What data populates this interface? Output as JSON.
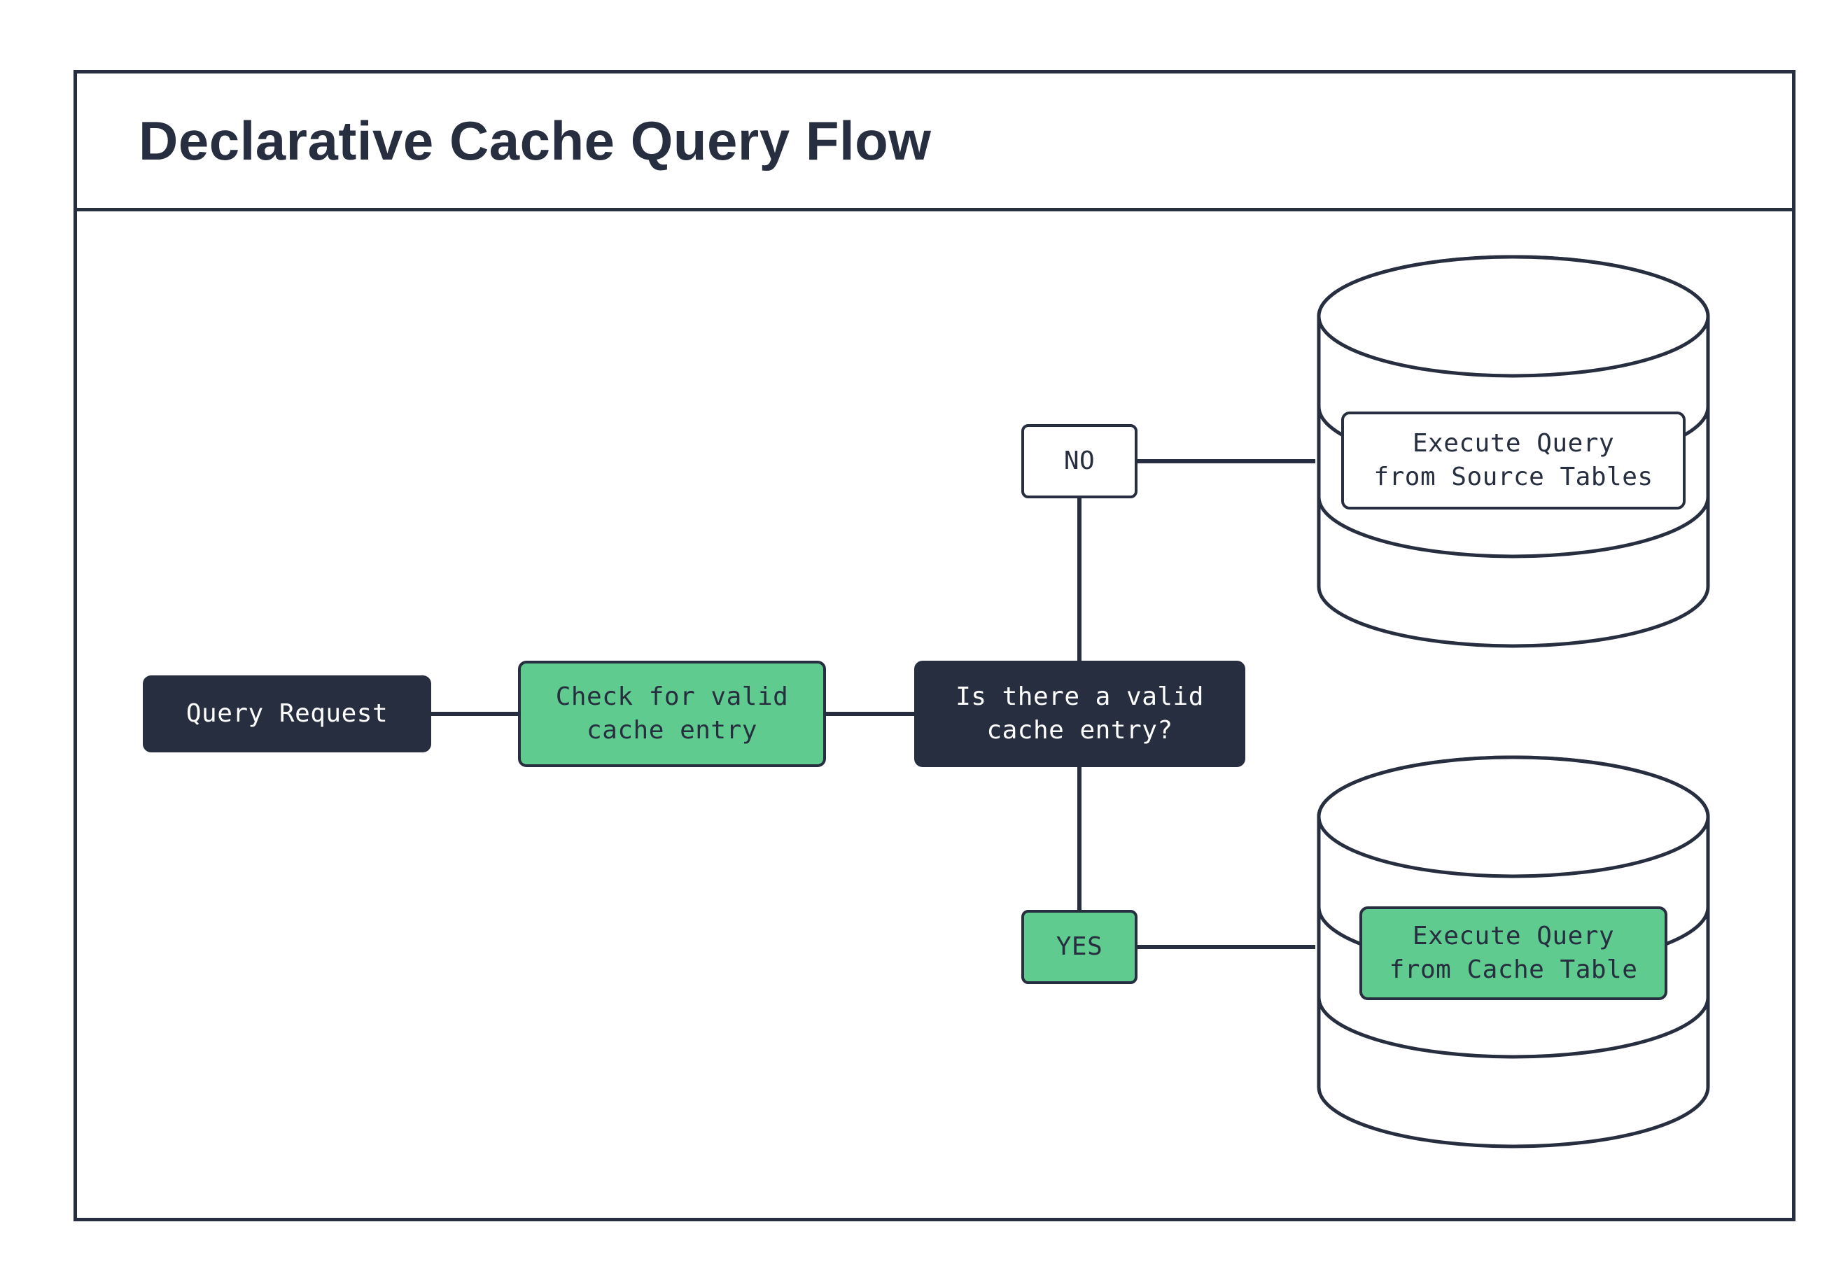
{
  "title": "Declarative Cache Query Flow",
  "colors": {
    "dark": "#272e3f",
    "green": "#5fcb8f",
    "stroke": "#272e3f",
    "bg": "#ffffff"
  },
  "nodes": {
    "query_request": {
      "label": "Query Request"
    },
    "check_cache": {
      "label": "Check for valid\ncache entry"
    },
    "decision": {
      "label": "Is there a valid\ncache entry?"
    },
    "no_branch": {
      "label": "NO"
    },
    "yes_branch": {
      "label": "YES"
    },
    "execute_source": {
      "label": "Execute Query\nfrom Source Tables"
    },
    "execute_cache": {
      "label": "Execute Query\nfrom Cache Table"
    }
  }
}
